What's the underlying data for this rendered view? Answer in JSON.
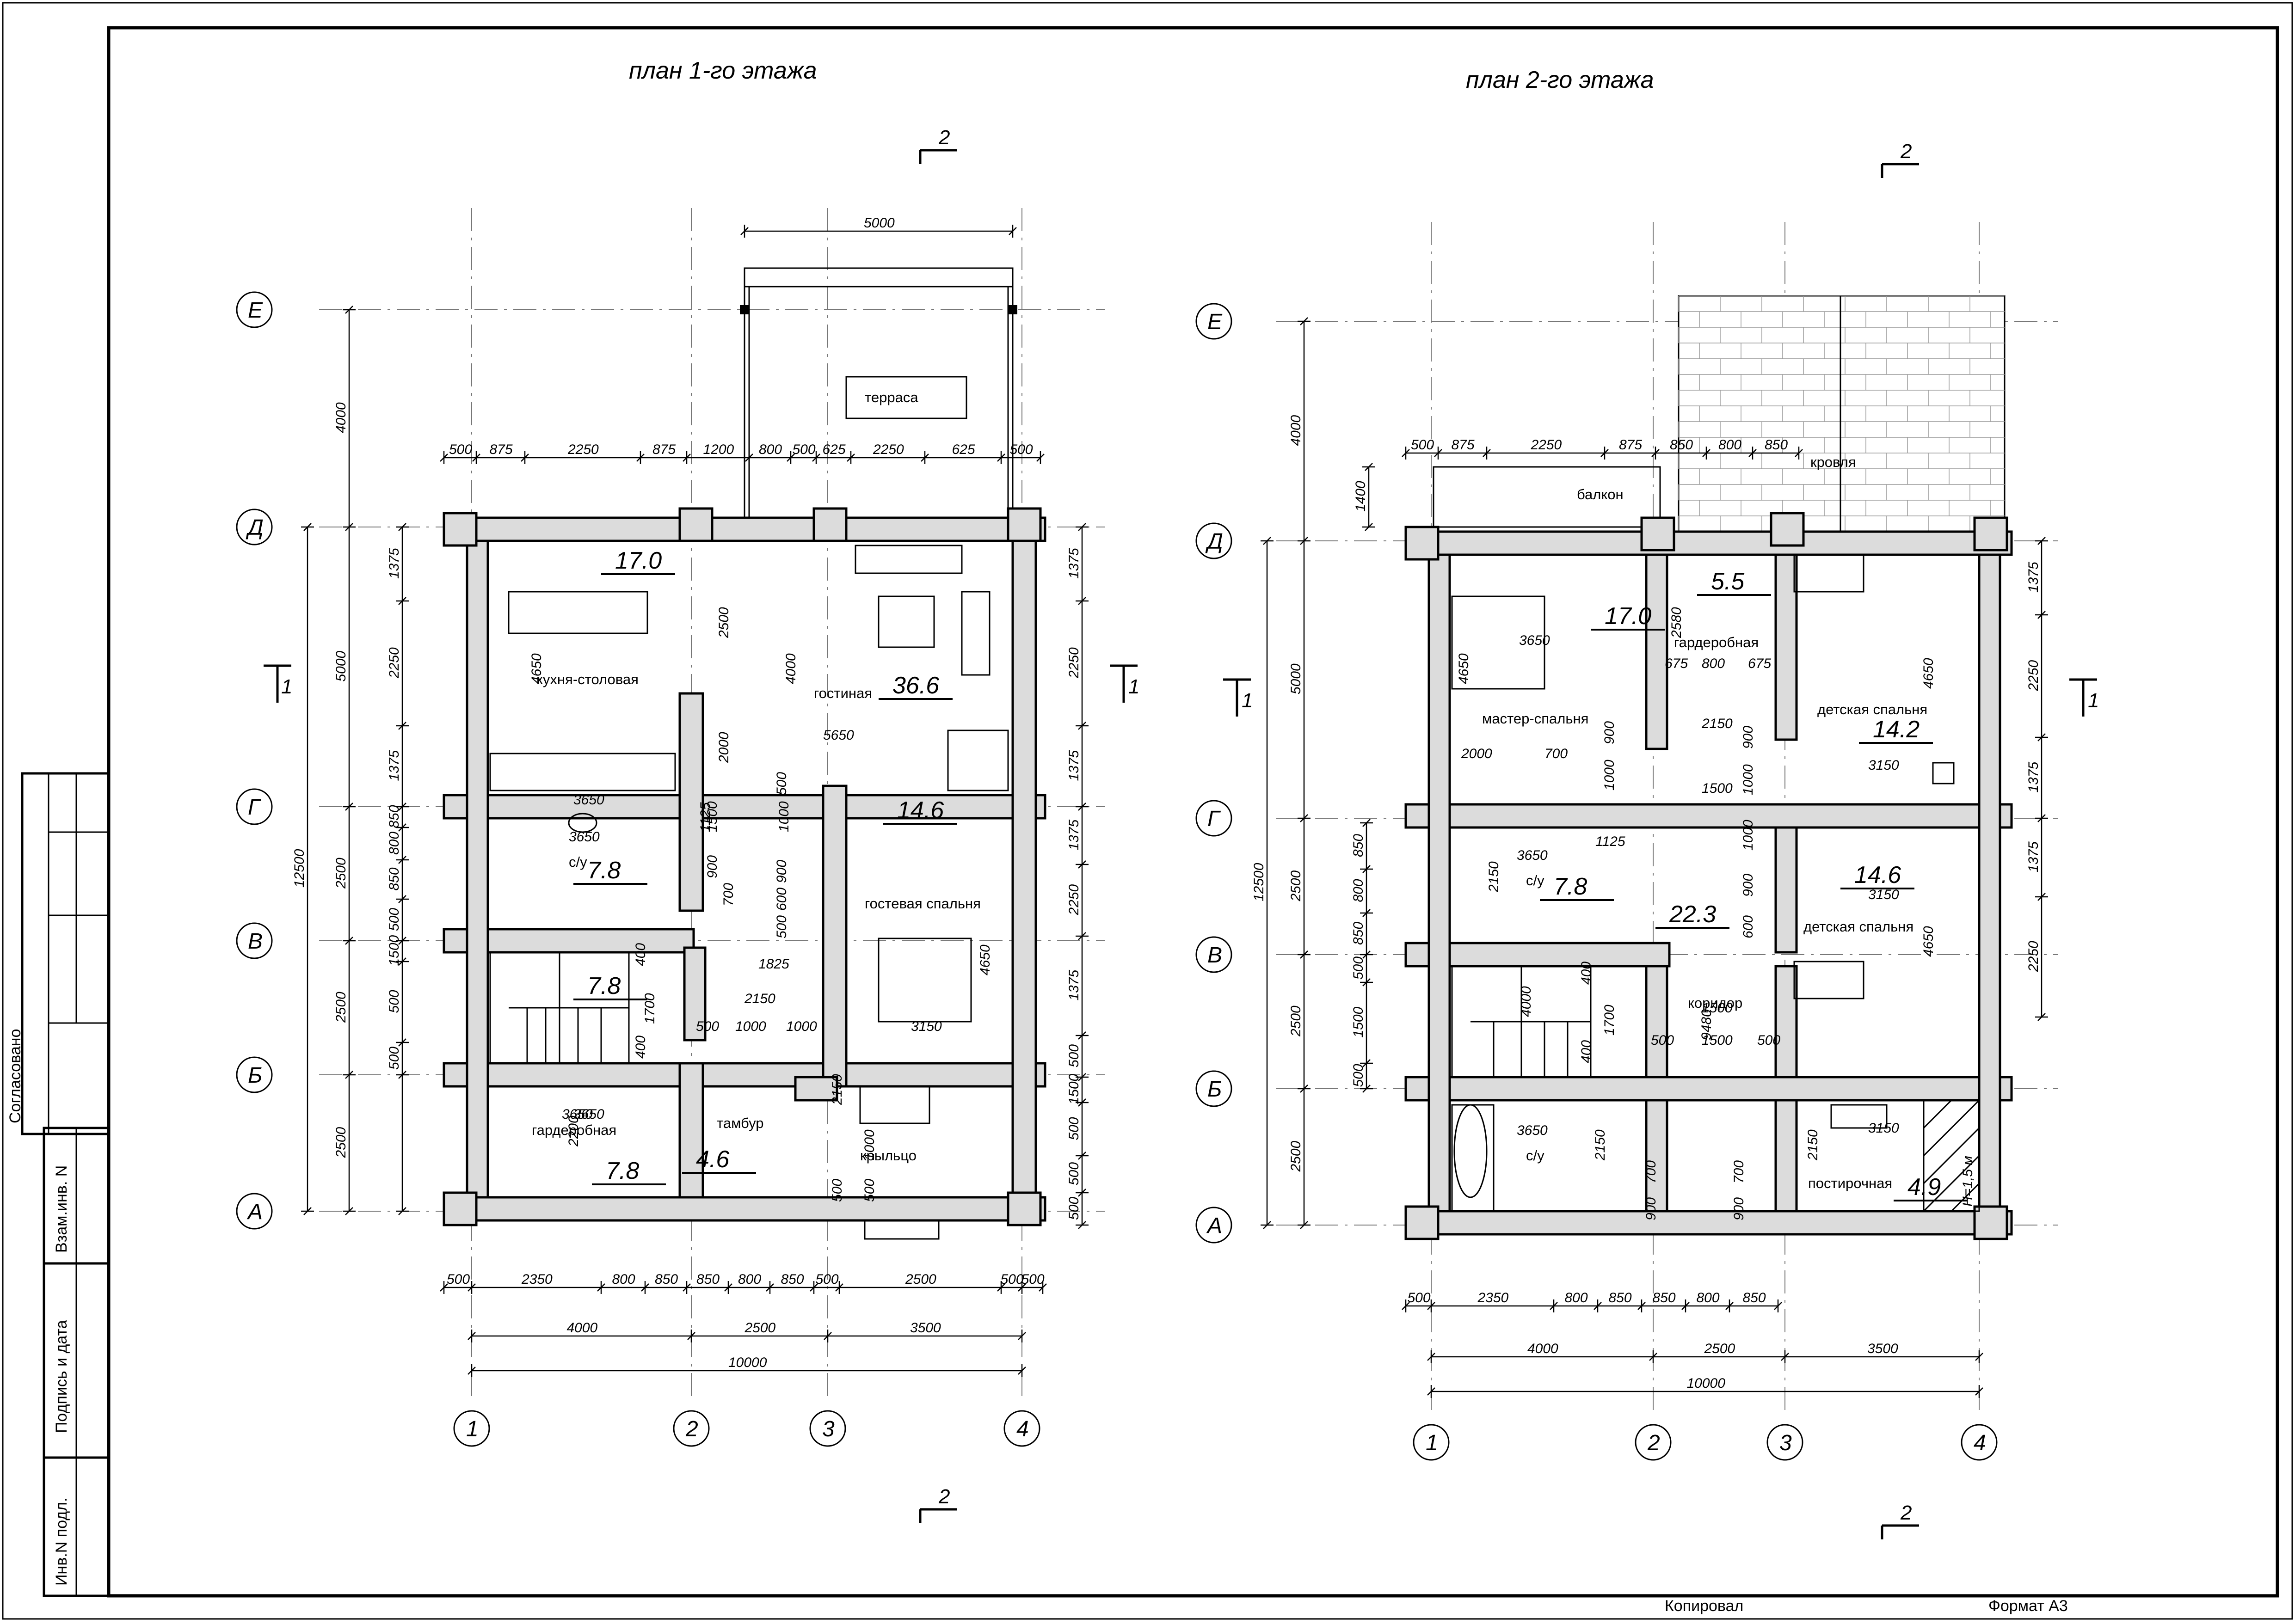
{
  "sheet": {
    "title_plan1": "план 1-го этажа",
    "title_plan2": "план 2-го этажа",
    "footer_copied": "Копировал",
    "footer_format": "Формат  А3"
  },
  "stamp": {
    "agreed": "Согласовано",
    "replace_inv": "Взам.инв. N",
    "sign_date": "Подпись и дата",
    "inv_orig": "Инв.N подл."
  },
  "axes": {
    "letters": [
      "А",
      "Б",
      "В",
      "Г",
      "Д",
      "Е"
    ],
    "numbers": [
      "1",
      "2",
      "3",
      "4"
    ],
    "section_1": "1",
    "section_2": "2"
  },
  "plan1": {
    "rooms": [
      {
        "name": "терраса",
        "area": ""
      },
      {
        "name": "кухня-столовая",
        "area": "17.0"
      },
      {
        "name": "гостиная",
        "area": "36.6"
      },
      {
        "name": "с/у",
        "area": "7.8"
      },
      {
        "name": "гостевая спальня",
        "area": "14.6"
      },
      {
        "name": "",
        "area": "7.8"
      },
      {
        "name": "гардеробная",
        "area": "7.8"
      },
      {
        "name": "тамбур",
        "area": "4.6"
      },
      {
        "name": "крыльцо",
        "area": ""
      }
    ],
    "dims_top": [
      "500",
      "875",
      "2250",
      "875",
      "1200",
      "800",
      "500",
      "625",
      "2250",
      "625",
      "500"
    ],
    "dims_terrace": "5000",
    "dims_bottom": [
      "500",
      "2350",
      "800",
      "850",
      "850",
      "800",
      "850",
      "500",
      "2500",
      "500",
      "500"
    ],
    "dims_axes": [
      "4000",
      "2500",
      "3500"
    ],
    "dims_total": "10000",
    "dims_left_outer": [
      "4000",
      "5000",
      "2500",
      "2500",
      "2500"
    ],
    "dims_left_total": "12500",
    "dims_left_inner": [
      "1375",
      "2250",
      "1375",
      "850",
      "800",
      "850",
      "500",
      "1500",
      "500",
      "500"
    ],
    "dims_right": [
      "1375",
      "2250",
      "1375",
      "1375",
      "2250",
      "1375",
      "500",
      "1500",
      "500",
      "500",
      "500"
    ],
    "dims_inner": [
      "4650",
      "3650",
      "2500",
      "4000",
      "2000",
      "5650",
      "500",
      "1500",
      "1000",
      "1125",
      "900",
      "700",
      "500",
      "600",
      "900",
      "1825",
      "2150",
      "500",
      "1000",
      "1000",
      "3150",
      "4650",
      "3650",
      "2200",
      "400",
      "400",
      "1700",
      "3650",
      "1000",
      "500",
      "3650",
      "500",
      "2150"
    ]
  },
  "plan2": {
    "rooms": [
      {
        "name": "балкон",
        "area": ""
      },
      {
        "name": "кровля",
        "area": ""
      },
      {
        "name": "",
        "area": "17.0"
      },
      {
        "name": "мастер-спальня",
        "area": ""
      },
      {
        "name": "гардеробная",
        "area": "5.5"
      },
      {
        "name": "детская спальня",
        "area": "14.2"
      },
      {
        "name": "с/у",
        "area": "7.8"
      },
      {
        "name": "",
        "area": "22.3"
      },
      {
        "name": "детская спальня",
        "area": "14.6"
      },
      {
        "name": "коридор",
        "area": ""
      },
      {
        "name": "с/у",
        "area": ""
      },
      {
        "name": "постирочная",
        "area": "4.9"
      }
    ],
    "dims_top": [
      "500",
      "875",
      "2250",
      "875",
      "850",
      "800",
      "850"
    ],
    "dims_bottom": [
      "500",
      "2350",
      "800",
      "850",
      "850",
      "800",
      "850"
    ],
    "dims_axes": [
      "4000",
      "2500",
      "3500"
    ],
    "dims_total": "10000",
    "dims_left_outer": [
      "4000",
      "5000",
      "2500",
      "2500",
      "2500"
    ],
    "dims_left_total": "12500",
    "dims_left_inner": [
      "1400",
      "850",
      "800",
      "850",
      "500",
      "1500",
      "500"
    ],
    "dims_right": [
      "1375",
      "2250",
      "1375",
      "1375",
      "2250"
    ],
    "dims_inner": [
      "3650",
      "4650",
      "2000",
      "700",
      "900",
      "1000",
      "1500",
      "2150",
      "900",
      "1000",
      "675",
      "800",
      "675",
      "2580",
      "3150",
      "4650",
      "1125",
      "3650",
      "2150",
      "1000",
      "900",
      "600",
      "9480",
      "3150",
      "4650",
      "400",
      "4000",
      "1700",
      "500",
      "1500",
      "500",
      "400",
      "3650",
      "2150",
      "700",
      "900",
      "700",
      "900",
      "3150",
      "2150",
      "1500"
    ],
    "hatch_label": "Н=1,5 м"
  }
}
